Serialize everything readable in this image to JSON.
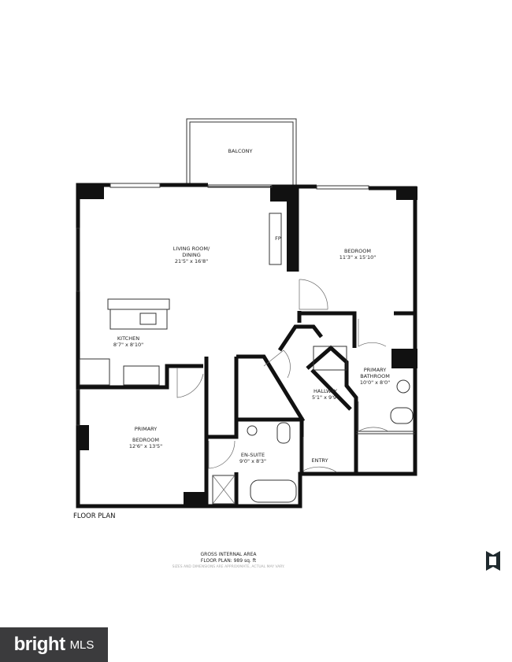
{
  "rooms": {
    "balcony": "BALCONY",
    "living_line1": "LIVING ROOM/",
    "living_line2": "DINING",
    "living_dims": "21'5\" x 16'8\"",
    "fireplace": "FP",
    "bedroom": "BEDROOM",
    "bedroom_dims": "11'3\" x 15'10\"",
    "kitchen": "KITCHEN",
    "kitchen_dims": "8'7\" x 8'10\"",
    "hallway": "HALLWAY",
    "hallway_dims": "5'1\" x 9'9\"",
    "primary_bath_line1": "PRIMARY",
    "primary_bath_line2": "BATHROOM",
    "primary_bath_dims": "10'0\" x 8'0\"",
    "primary_bed_line1": "PRIMARY",
    "primary_bed_line2": "BEDROOM",
    "primary_bed_dims": "12'6\" x 13'5\"",
    "ensuite": "EN-SUITE",
    "ensuite_dims": "9'0\" x 8'3\"",
    "entry": "ENTRY"
  },
  "plan_title": "FLOOR PLAN",
  "area": {
    "heading": "GROSS INTERNAL AREA",
    "value": "FLOOR PLAN: 989 sq. ft",
    "disclaimer": "SIZES AND DIMENSIONS ARE APPROXIMATE, ACTUAL MAY VARY."
  },
  "watermark": {
    "brand": "bright",
    "suffix": "MLS"
  },
  "colors": {
    "wall": "#111111",
    "badge_bg": "#3b3b3d"
  }
}
